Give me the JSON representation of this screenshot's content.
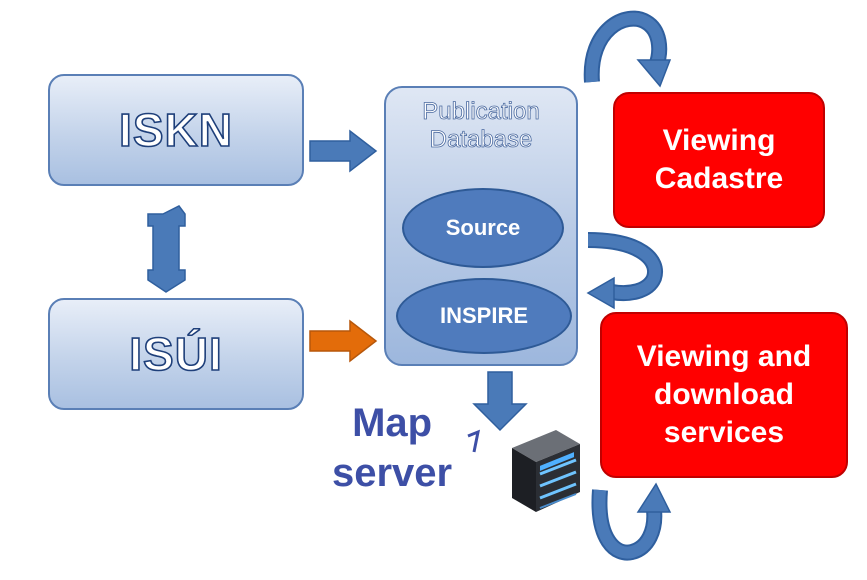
{
  "nodes": {
    "iskn": "ISKN",
    "isui": "ISÚI",
    "publication_db": {
      "title_line1": "Publication",
      "title_line2": "Database",
      "source": "Source",
      "inspire": "INSPIRE"
    },
    "viewing_cadastre": {
      "line1": "Viewing",
      "line2": "Cadastre"
    },
    "viewing_download": {
      "line1": "Viewing and",
      "line2": "download",
      "line3": "services"
    },
    "map_server": {
      "line1": "Map",
      "line2": "server"
    }
  },
  "colors": {
    "arrow_blue": "#4a7ab8",
    "arrow_orange": "#e36c0a",
    "red_box": "#ff0000",
    "oval_fill": "#4f7bbd"
  },
  "icons": [
    "server-rack-icon"
  ]
}
